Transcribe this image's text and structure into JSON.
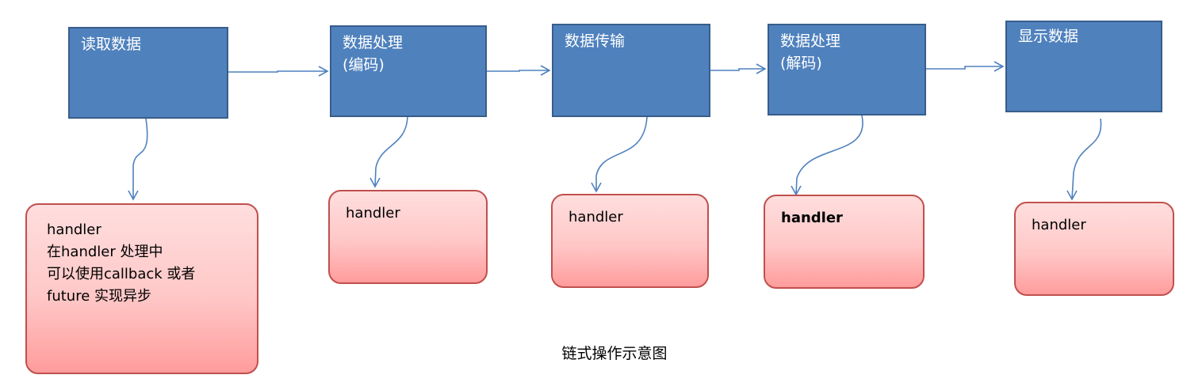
{
  "diagram": {
    "caption": "链式操作示意图",
    "colors": {
      "process_fill": "#4f81bd",
      "process_border": "#385d8a",
      "handler_border": "#c0504d",
      "connector": "#4f81bd"
    },
    "stages": [
      {
        "id": "read",
        "lines": [
          "读取数据"
        ]
      },
      {
        "id": "encode",
        "lines": [
          "数据处理",
          "(编码)"
        ]
      },
      {
        "id": "transfer",
        "lines": [
          "数据传输"
        ]
      },
      {
        "id": "decode",
        "lines": [
          "数据处理",
          "(解码)"
        ]
      },
      {
        "id": "display",
        "lines": [
          "显示数据"
        ]
      }
    ],
    "handlers": [
      {
        "id": "read-handler",
        "lines": [
          "handler",
          "在handler 处理中",
          "可以使用callback 或者",
          "future 实现异步"
        ]
      },
      {
        "id": "encode-handler",
        "lines": [
          "handler"
        ]
      },
      {
        "id": "transfer-handler",
        "lines": [
          "handler"
        ]
      },
      {
        "id": "decode-handler",
        "lines": [
          "handler"
        ]
      },
      {
        "id": "display-handler",
        "lines": [
          "handler"
        ]
      }
    ]
  }
}
